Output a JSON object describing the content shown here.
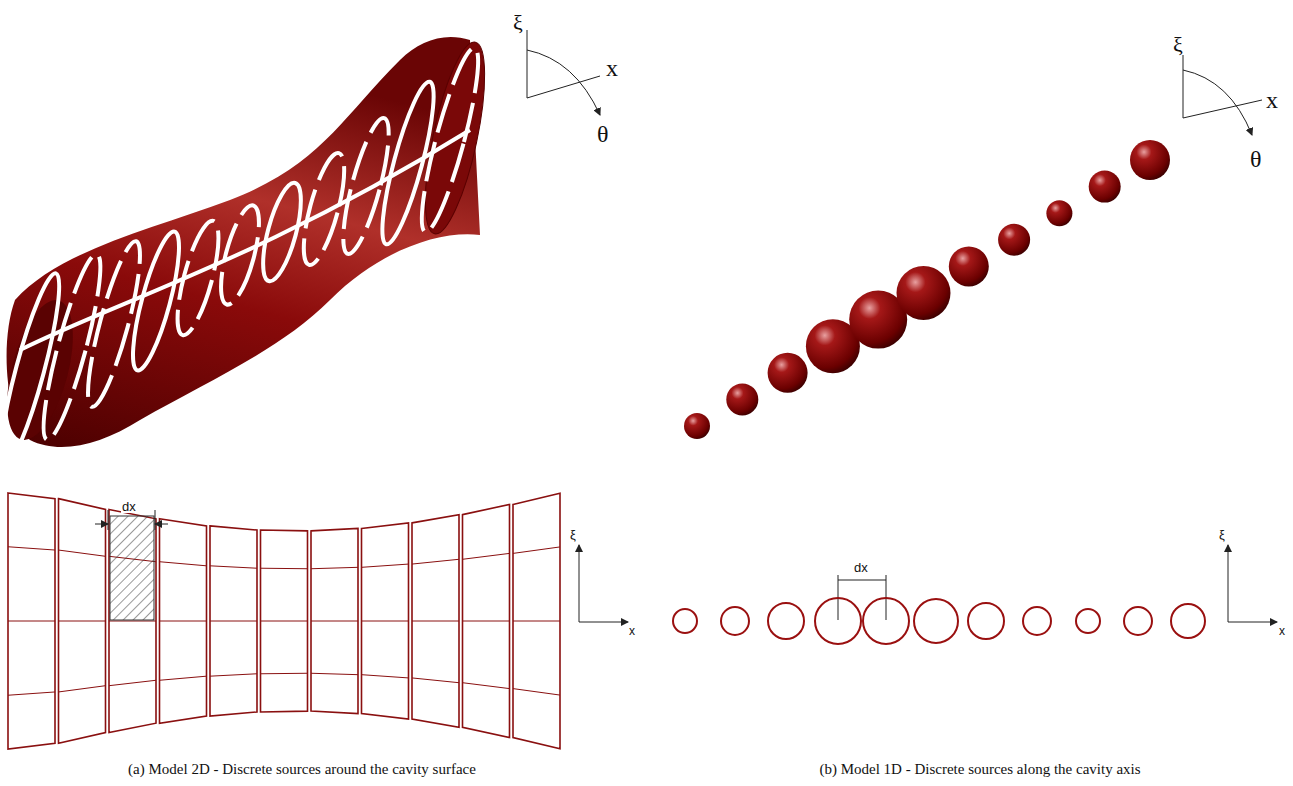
{
  "diagram": {
    "labels": [
      "ξ",
      "x",
      "θ",
      "dx",
      "ξ",
      "x",
      "ξ",
      "x",
      "θ",
      "dx",
      "ξ",
      "x",
      "(a) Model 2D - Discrete sources around the cavity surface",
      "(b) Model 1D - Discrete sources along the cavity axis"
    ]
  }
}
